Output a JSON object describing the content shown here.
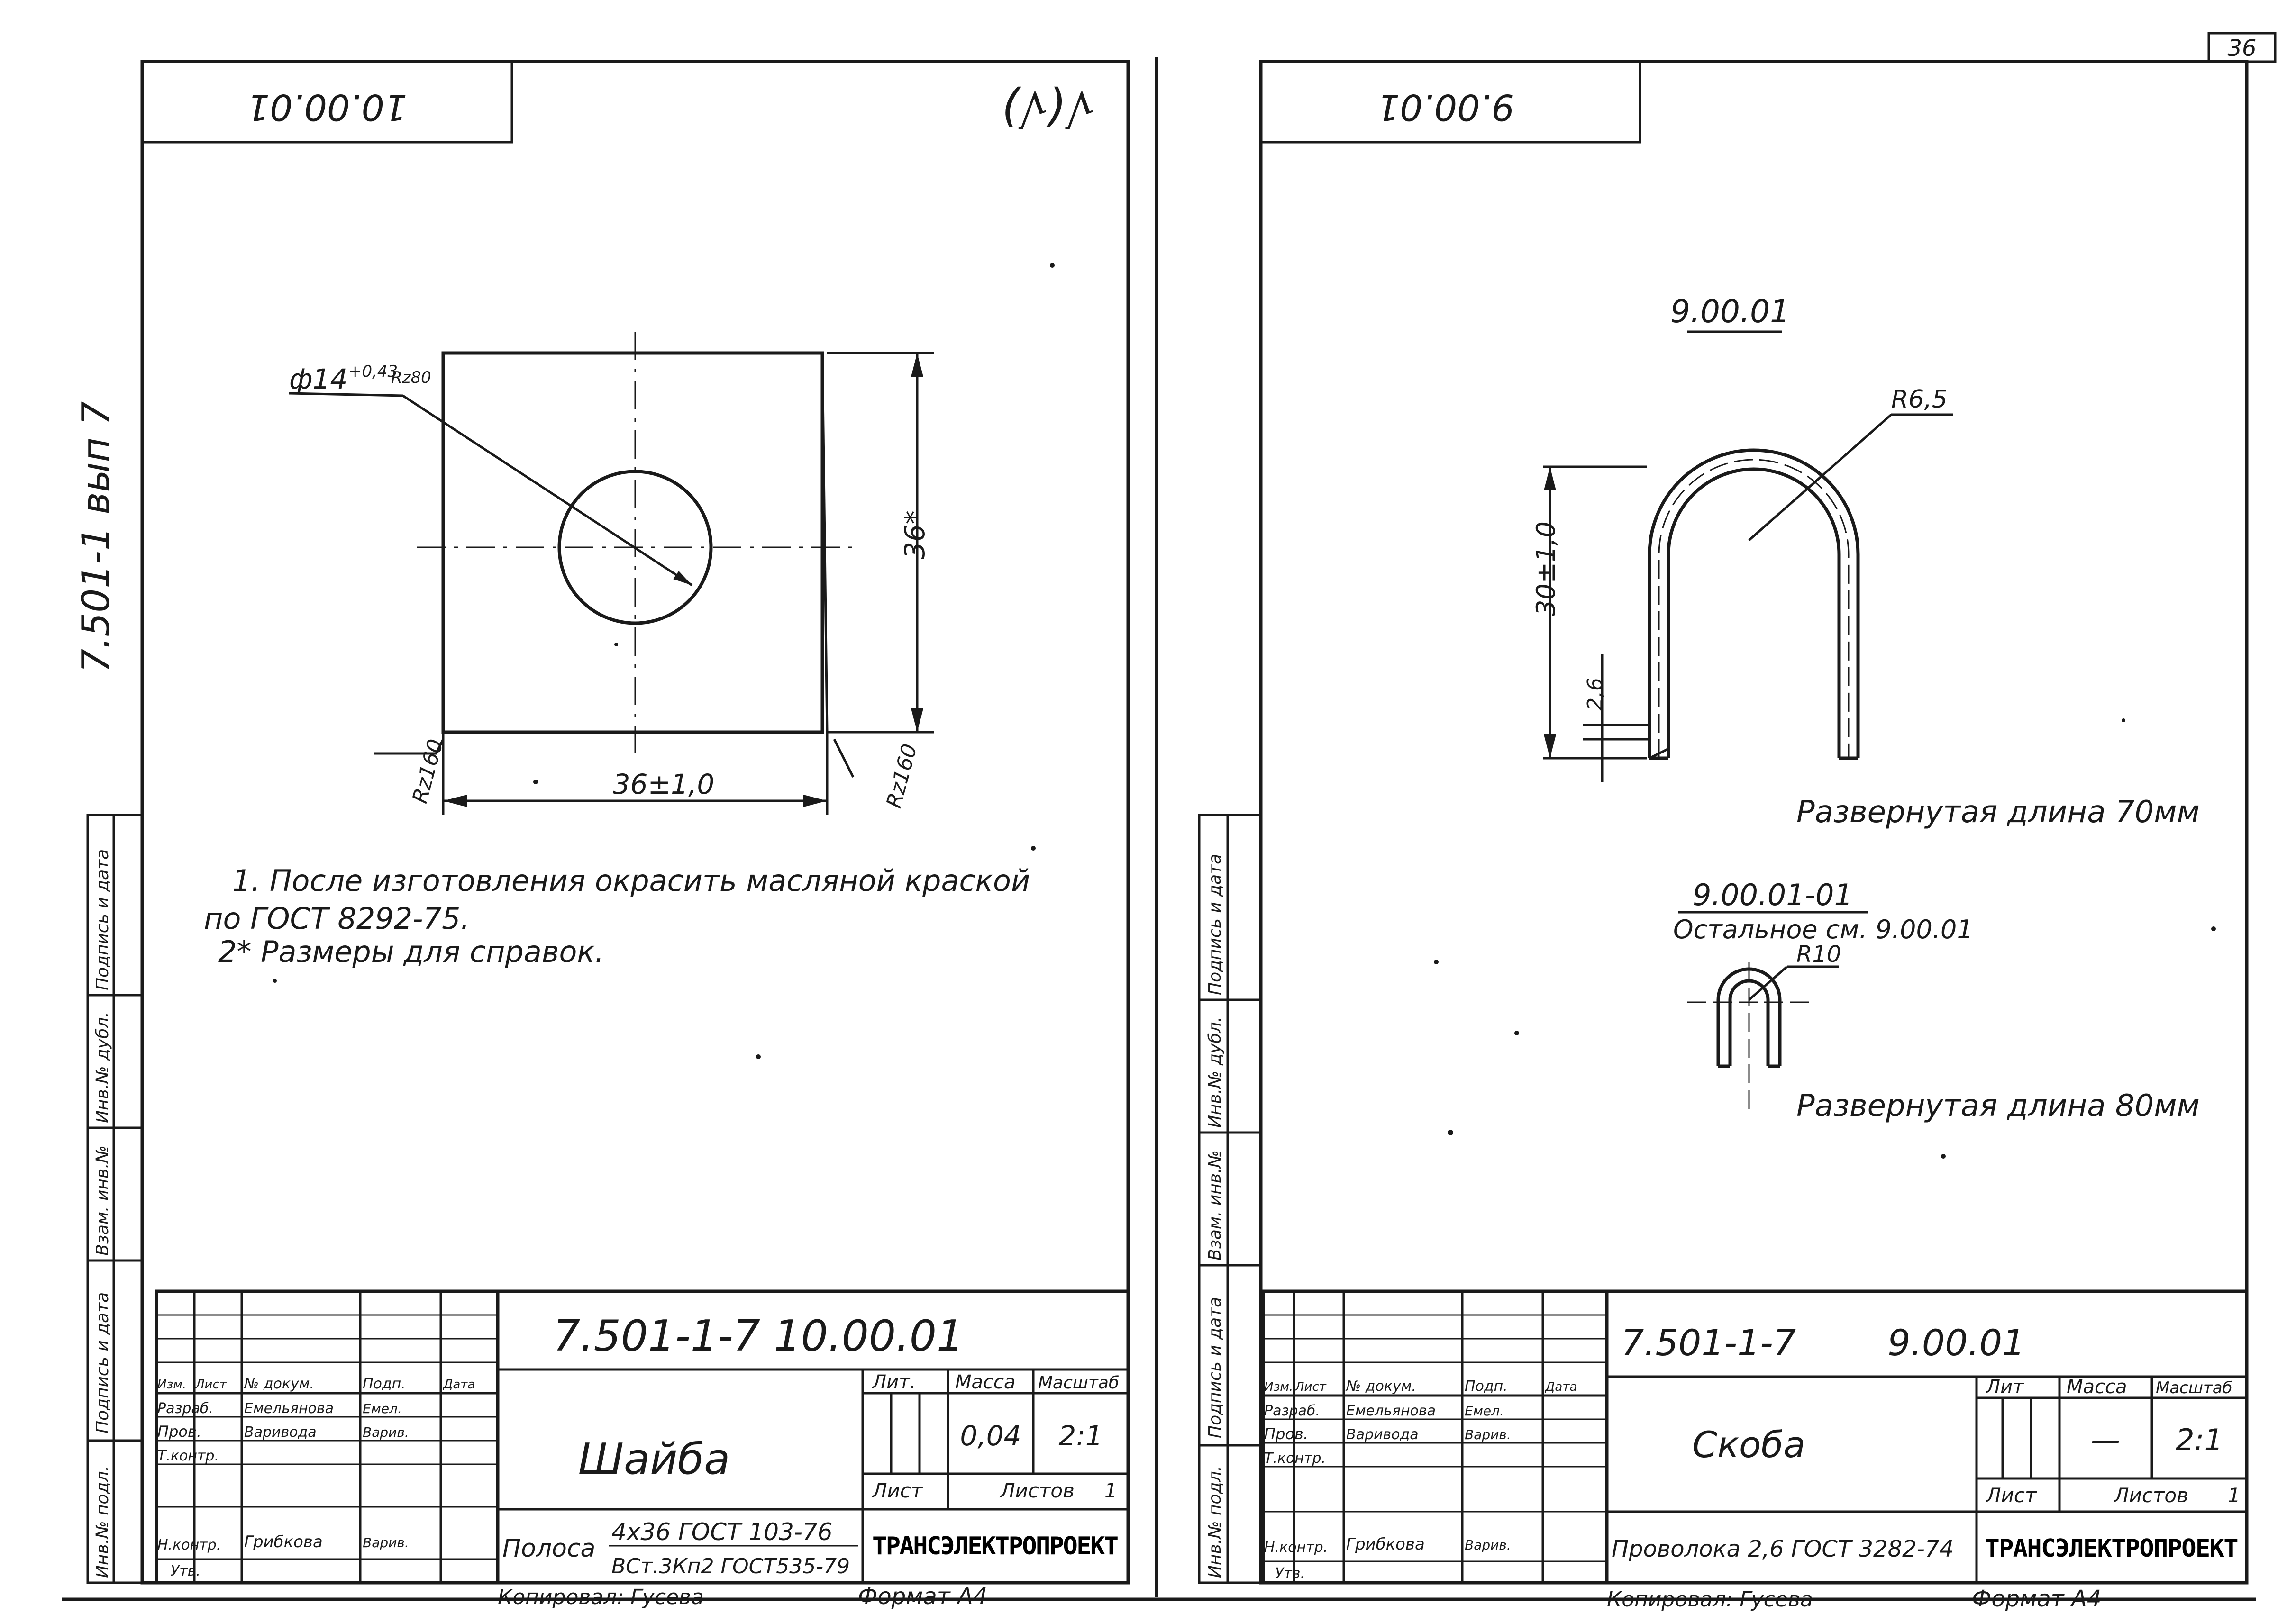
{
  "page": {
    "page_number": "36",
    "series_vertical": "7.501-1 вып 7"
  },
  "left_sheet": {
    "top_code": "10.00.01",
    "roughness_mark": "√(√)",
    "drawing": {
      "hole_dim": "ф14",
      "hole_tol": "+0,43",
      "rz_hole": "Rz80",
      "height_dim": "36*",
      "width_dim": "36±1,0",
      "rz_left": "Rz160",
      "rz_right": "Rz160"
    },
    "notes": [
      "1. После изготовления  окрасить масляной краской",
      "по ГОСТ 8292-75.",
      "2* Размеры для справок."
    ],
    "title_block": {
      "designation": "7.501-1-7  10.00.01",
      "name": "Шайба",
      "material_label": "Полоса",
      "material_line1": "4х36  ГОСТ 103-76",
      "material_line2": "ВСт.3Кп2 ГОСТ535-79",
      "hdr_izm": "Изм.",
      "hdr_list": "Лист",
      "hdr_doc": "№ докум.",
      "hdr_sign": "Подп.",
      "hdr_date": "Дата",
      "row_razrab": "Разраб.",
      "name_razrab": "Емельянова",
      "sign_razrab": "Емел.",
      "row_prov": "Пров.",
      "name_prov": "Варивода",
      "sign_prov": "Варив.",
      "row_tkontr": "Т.контр.",
      "row_nkontr": "Н.контр.",
      "name_nkontr": "Грибкова",
      "sign_nkontr": "Варив.",
      "row_utv": "Утв.",
      "lit": "Лит.",
      "mass_label": "Масса",
      "scale_label": "Масштаб",
      "mass": "0,04",
      "scale": "2:1",
      "sheet_label": "Лист",
      "sheets_label": "Листов",
      "sheets": "1",
      "org": "ТРАНСЭЛЕКТРОПРОЕКТ"
    },
    "copied": "Копировал: Гусева",
    "format": "Формат А4"
  },
  "right_sheet": {
    "top_code": "9.00.01",
    "view1_label": "9.00.01",
    "r1": "R6,5",
    "dim_height": "30±1,0",
    "dim_thick": "2,6",
    "length1": "Развернутая длина  70мм",
    "view2_label": "9.00.01-01",
    "view2_note": "Остальное см. 9.00.01",
    "r2": "R10",
    "length2": "Развернутая длина 80мм",
    "title_block": {
      "designation": "7.501-1-7        9.00.01",
      "name": "Скоба",
      "material": "Проволока 2,6 ГОСТ 3282-74",
      "hdr_izm": "Изм.",
      "hdr_list": "Лист",
      "hdr_doc": "№ докум.",
      "hdr_sign": "Подп.",
      "hdr_date": "Дата",
      "row_razrab": "Разраб.",
      "name_razrab": "Емельянова",
      "sign_razrab": "Емел.",
      "row_prov": "Пров.",
      "name_prov": "Варивода",
      "sign_prov": "Варив.",
      "row_tkontr": "Т.контр.",
      "row_nkontr": "Н.контр.",
      "name_nkontr": "Грибкова",
      "sign_nkontr": "Варив.",
      "row_utv": "Утв.",
      "lit": "Лит",
      "mass_label": "Масса",
      "scale_label": "Масштаб",
      "mass": "—",
      "scale": "2:1",
      "sheet_label": "Лист",
      "sheets_label": "Листов",
      "sheets": "1",
      "org": "ТРАНСЭЛЕКТРОПРОЕКТ"
    },
    "copied": "Копировал: Гусева",
    "format": "Формат А4"
  },
  "side_stamp": {
    "inv_podl": "Инв.№ подл.",
    "podp_data": "Подпись и дата",
    "vzam_inv": "Взам. инв.№",
    "inv_dubl": "Инв.№ дубл.",
    "podp_data2": "Подпись и дата"
  }
}
